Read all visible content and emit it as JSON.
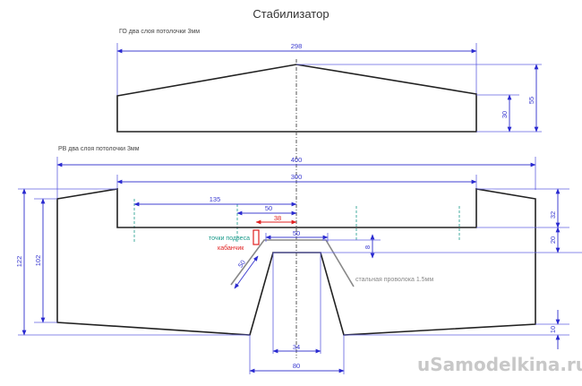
{
  "title": "Стабилизатор",
  "go_section": {
    "label": "ГО два слоя потолочки 3мм",
    "dims": {
      "width": "298",
      "height_total": "55",
      "height_edge": "30"
    }
  },
  "rv_section": {
    "label": "РВ два слоя потолочки 3мм",
    "dims": {
      "width_total": "400",
      "width_inner": "300",
      "offset_135": "135",
      "offset_50": "50",
      "offset_38": "38",
      "horn_width": "50",
      "horn_offset": "8",
      "rod_length": "50",
      "height_122": "122",
      "height_102": "102",
      "right_32": "32",
      "right_20": "20",
      "right_10": "10",
      "cutout_bottom": "80",
      "cutout_top": "34"
    },
    "annotations": {
      "hinge_points": "точки подвеса",
      "horn": "кабанчик",
      "wire": "стальная проволока 1.5мм"
    }
  },
  "colors": {
    "dimension": "#3a3ad0",
    "outline": "#222222",
    "horn": "#e02020",
    "hinge": "#1a9a8a"
  },
  "watermark": "uSamodelkina.ru"
}
